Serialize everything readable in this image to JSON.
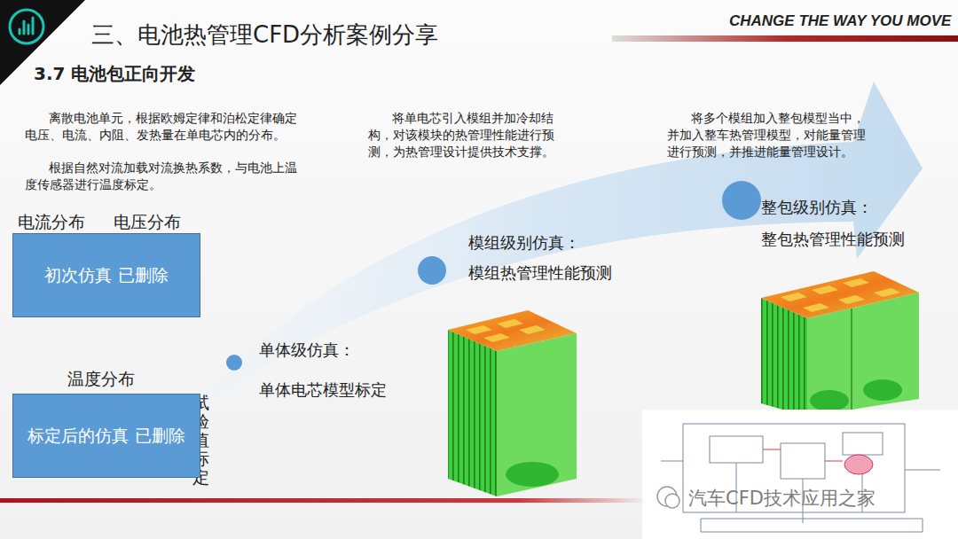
{
  "diagram": {
    "title": "三、电池热管理CFD分析案例分享",
    "nodes": [
      {
        "text": [
          "初次仿真 已删除"
        ]
      },
      {
        "text": [
          "标定后的仿真 已删除"
        ]
      }
    ],
    "labels": [
      "CHANGE THE WAY YOU MOVE",
      "3.7 电池包正向开发",
      "离散电池单元，根据欧姆定律和泊松定律确定电压、电流、内阻、发热量在单电芯内的分布。",
      "根据自然对流加载对流换热系数，与电池上温度传感器进行温度标定。",
      "将单电芯引入模组并加冷却结构，对该模块的热管理性能进行预测，为热管理设计提供技术支撑。",
      "将多个模组加入整包模型当中，并加入整车热管理模型，对能量管理进行预测，并推进能量管理设计。",
      "电流分布",
      "电压分布",
      "单体级仿真：",
      "单体电芯模型标定",
      "模组级别仿真：",
      "模组热管理性能预测",
      "整包级别仿真：",
      "整包热管理性能预测",
      "温度分布",
      "试验值标定",
      "汽车CFD技术应用之家"
    ]
  }
}
